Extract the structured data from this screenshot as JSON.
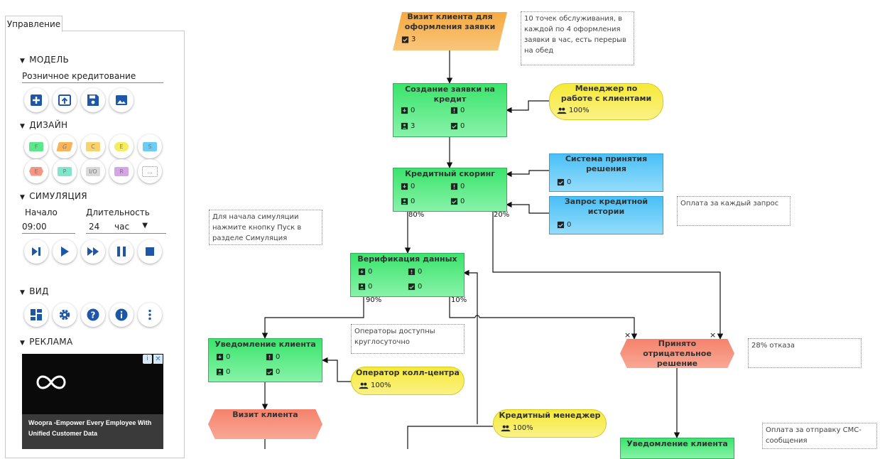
{
  "panel": {
    "tab": "Управление",
    "model_section": "МОДЕЛЬ",
    "model_name": "Розничное кредитование",
    "design_section": "ДИЗАЙН",
    "design_chips": [
      "F",
      "G",
      "C",
      "E",
      "S",
      "E",
      "P",
      "I/O",
      "R",
      "..."
    ],
    "sim_section": "СИМУЛЯЦИЯ",
    "start_label": "Начало",
    "duration_label": "Длительность",
    "start_value": "09:00",
    "duration_value": "24",
    "duration_unit": "час",
    "view_section": "ВИД",
    "ads_section": "РЕКЛАМА",
    "ad_text": "Woopra -Empower Every Employee With Unified Customer Data"
  },
  "diagram": {
    "visit_apply": {
      "title": "Визит клиента для оформления заявки",
      "count": "3"
    },
    "create_request": {
      "title": "Создание заявки на кредит",
      "c1": "0",
      "c2": "0",
      "c3": "3",
      "c4": "0"
    },
    "scoring": {
      "title": "Кредитный скоринг",
      "c1": "0",
      "c2": "0",
      "c3": "0",
      "c4": "0"
    },
    "verify": {
      "title": "Верификация данных",
      "c1": "0",
      "c2": "0",
      "c3": "0",
      "c4": "0"
    },
    "notify1": {
      "title": "Уведомление клиента",
      "c1": "0",
      "c2": "0",
      "c3": "0",
      "c4": "0"
    },
    "manager": {
      "title": "Менеджер по работе с клиентами",
      "pct": "100%"
    },
    "decision_sys": {
      "title": "Система принятия решения",
      "count": "0"
    },
    "credit_history": {
      "title": "Запрос кредитной истории",
      "count": "0"
    },
    "callcenter": {
      "title": "Оператор колл-центра",
      "pct": "100%"
    },
    "credit_manager": {
      "title": "Кредитный менеджер",
      "pct": "100%"
    },
    "visit_client": {
      "title": "Визит клиента"
    },
    "rejected": {
      "title": "Принято отрицательное решение"
    },
    "notify2": {
      "title": "Уведомление клиента"
    },
    "notes": {
      "n1": "10 точек обслуживания, в каждой по 4 оформления заявки в час, есть перерыв на обед",
      "n2": "Оплата за каждый запрос",
      "n3": "Для начала симуляции нажмите кнопку Пуск в разделе Симуляция",
      "n4": "Операторы доступны круглосуточно",
      "n5": "28% отказа",
      "n6": "Оплата за отправку СМС-сообщения"
    },
    "pcts": {
      "p80": "80%",
      "p20": "20%",
      "p90": "90%",
      "p10": "10%"
    }
  }
}
